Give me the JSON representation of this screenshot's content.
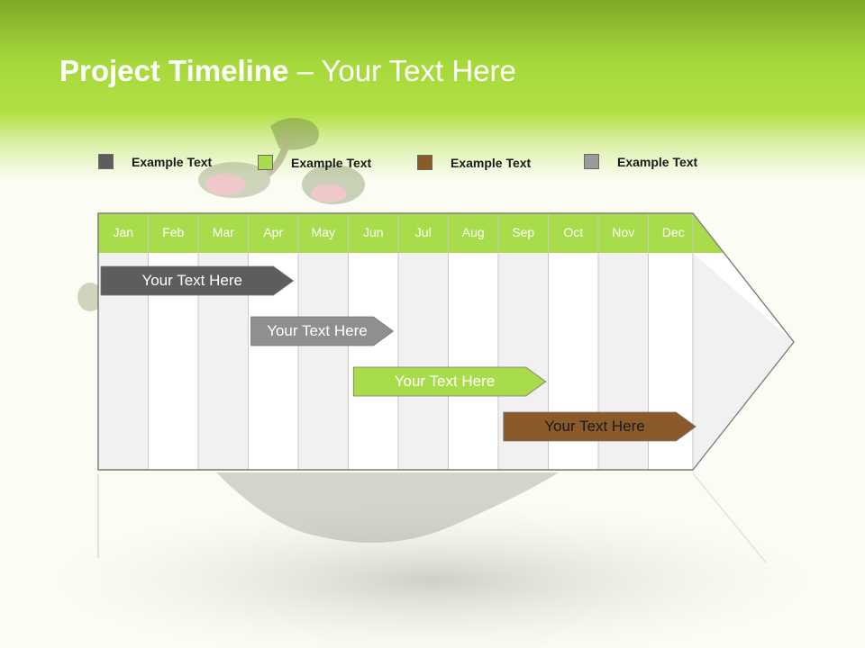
{
  "title": {
    "bold": "Project Timeline",
    "rest": " – Your Text Here"
  },
  "legend": [
    {
      "label": "Example Text",
      "color": "#5d5d5d"
    },
    {
      "label": "Example Text",
      "color": "#a8dc4a"
    },
    {
      "label": "Example Text",
      "color": "#8b5a2b"
    },
    {
      "label": "Example Text",
      "color": "#9a9a9a"
    }
  ],
  "months": [
    "Jan",
    "Feb",
    "Mar",
    "Apr",
    "May",
    "Jun",
    "Jul",
    "Aug",
    "Sep",
    "Oct",
    "Nov",
    "Dec"
  ],
  "bars": [
    {
      "label": "Your  Text Here",
      "start_month": 1.0,
      "end_month": 4.9,
      "color": "#5d5d5d",
      "text_color": "#ffffff"
    },
    {
      "label": "Your  Text Here",
      "start_month": 4.0,
      "end_month": 6.9,
      "color": "#8f8f8f",
      "text_color": "#ffffff"
    },
    {
      "label": "Your  Text Here",
      "start_month": 6.05,
      "end_month": 9.95,
      "color": "#a8dc4a",
      "text_color": "#ffffff"
    },
    {
      "label": "Your  Text Here",
      "start_month": 9.05,
      "end_month": 12.95,
      "color": "#8b5a2b",
      "text_color": "#ffffff"
    }
  ]
}
